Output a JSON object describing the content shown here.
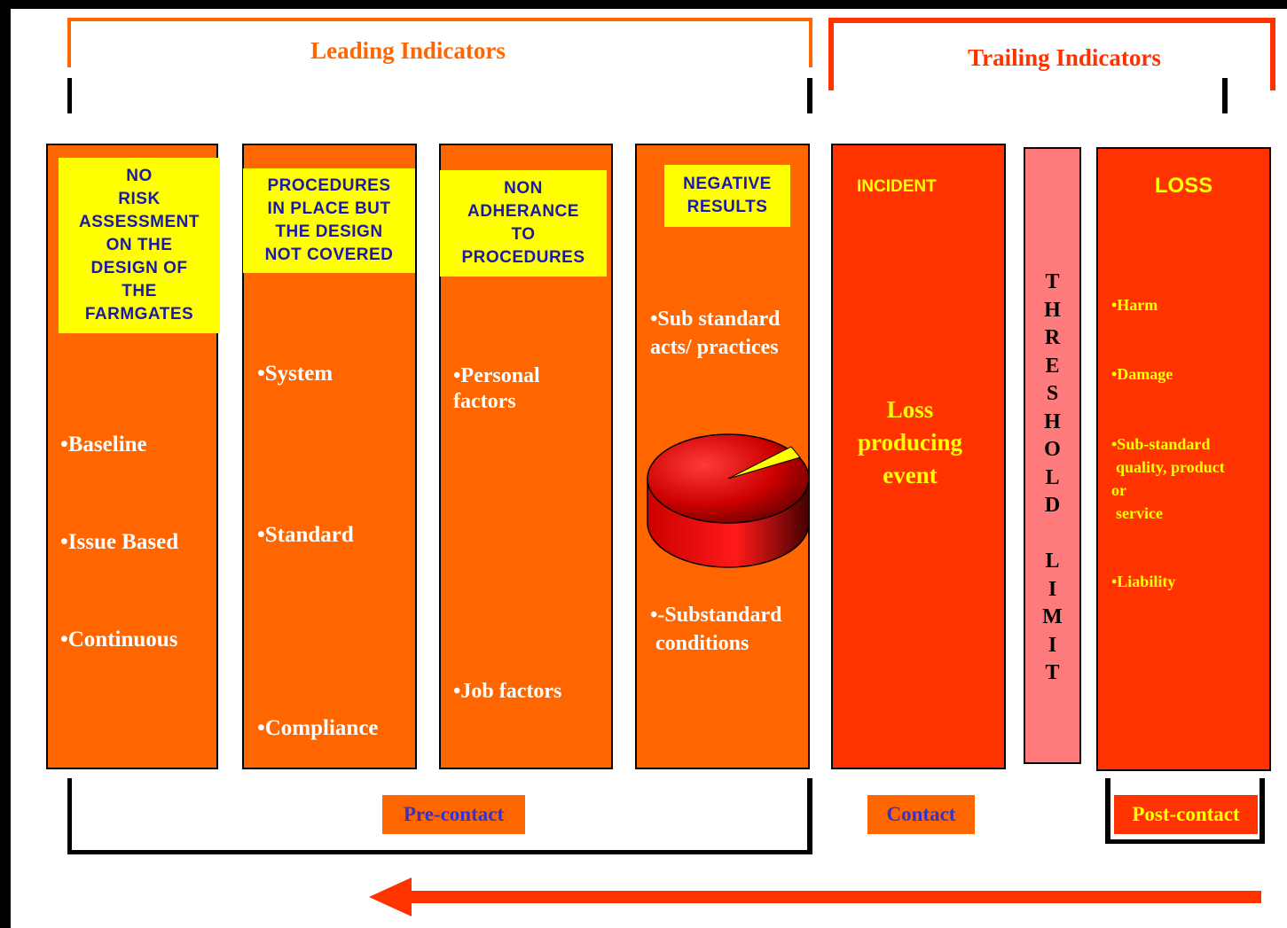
{
  "colors": {
    "orange": "#FF6600",
    "red_orange": "#FF3300",
    "yellow": "#FFFF00",
    "pink": "#FF7A7A",
    "navy_text": "#1a1aa8",
    "arrow": "#FF3300"
  },
  "leading": {
    "title": "Leading Indicators"
  },
  "trailing": {
    "title": "Trailing Indicators"
  },
  "columns": [
    {
      "header": [
        "NO",
        "RISK",
        "ASSESSMENT",
        "ON THE",
        "DESIGN OF",
        "THE",
        "FARMGATES"
      ],
      "items": [
        "•Baseline",
        "•Issue Based",
        "•Continuous"
      ]
    },
    {
      "header": [
        "PROCEDURES",
        "IN PLACE BUT",
        "THE DESIGN",
        "NOT COVERED"
      ],
      "items": [
        "•System",
        "•Standard",
        "•Compliance"
      ]
    },
    {
      "header": [
        "NON",
        "ADHERANCE",
        "TO",
        "PROCEDURES"
      ],
      "items": [
        "•Personal",
        "factors",
        "•Job factors"
      ]
    },
    {
      "header": [
        "NEGATIVE",
        "RESULTS"
      ],
      "items": [
        "•Sub standard",
        "acts/  practices",
        "•-Substandard",
        "conditions"
      ]
    }
  ],
  "incident": {
    "label": "INCIDENT",
    "body": [
      "Loss",
      "producing",
      "event"
    ]
  },
  "threshold": {
    "letters": [
      "T",
      "H",
      "R",
      "E",
      "S",
      "H",
      "O",
      "L",
      "D",
      "",
      "L",
      "I",
      "M",
      "I",
      "T"
    ]
  },
  "loss": {
    "label": "LOSS",
    "items": [
      "•Harm",
      "•Damage",
      "•Sub-standard",
      "quality, product",
      "or",
      "service",
      "•Liability"
    ]
  },
  "phases": {
    "pre": "Pre-contact",
    "contact": "Contact",
    "post": "Post-contact"
  }
}
